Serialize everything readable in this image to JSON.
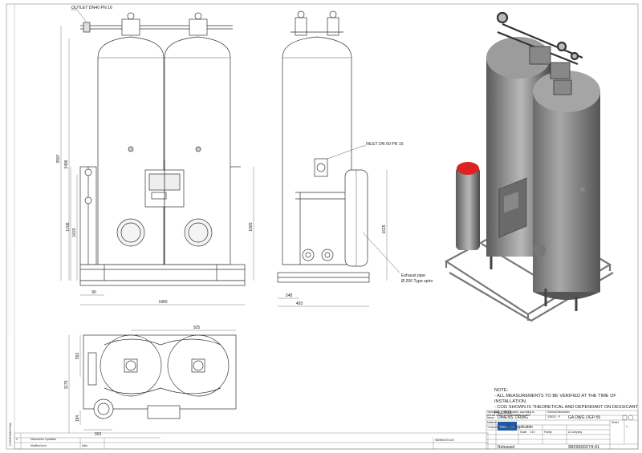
{
  "callouts": {
    "outlet": "OUTLET DN40 PN 16",
    "inlet": "INLET DN 50 PN 16",
    "exhaust_line1": "Exhaust pipe",
    "exhaust_line2": "Ø 200 Type spiro"
  },
  "dimensions": {
    "front_height_total": "3597",
    "front_height_vessel": "3496",
    "front_height_1": "1706",
    "front_height_2": "1620",
    "front_height_right": "1665",
    "front_width": "1960",
    "front_offset": "90",
    "side_height": "1615",
    "side_offset": "248",
    "side_width": "493",
    "top_width": "925",
    "top_height_1": "553",
    "top_height_2": "1175",
    "top_height_3": "184",
    "top_offset": "303"
  },
  "brand": "Atlas Copco",
  "notes": {
    "title": "NOTE:",
    "line1": "- ALL MEASUREMENTS TO BE VERIFIED AT THE TIME OF INSTALLATION.",
    "line2": "- COG SHOWN IS THEORETICAL AND DEPENDANT ON DESSICANT FILLING."
  },
  "title_block": {
    "tolerances": "Tolerances, if not indicated, according to",
    "general_tolerances": "General tolerances",
    "standard": "ATLAS COPCO STANDARD CLASS",
    "iso": "13920 - F",
    "name_label": "Name",
    "name": "DIMENS. DRWG",
    "drawing_title": "GA DWG OGP-55",
    "material_label": "Material",
    "treatment_label": "Treatment",
    "treatment": "Not Applicable",
    "scale_label": "Scale",
    "scale": "1:10",
    "family_label": "Family",
    "company_label": "A.Company",
    "sheet_label": "Sheet",
    "sheet": "1",
    "doc_number": "9829500274-01",
    "status": "Released",
    "model_ref": "9829500274-M1",
    "revision_label": "Dimension Updated",
    "revision_no": "2",
    "modified_from": "Modified from",
    "date_label": "Date"
  },
  "side_strip": "CONFIDENTIAL"
}
